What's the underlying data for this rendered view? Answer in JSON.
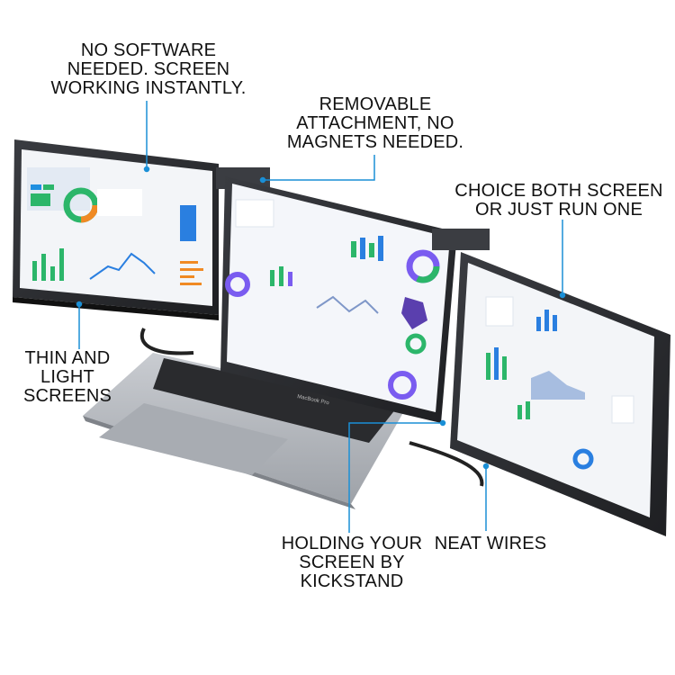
{
  "callouts": {
    "no_software": "NO SOFTWARE\nNEEDED. SCREEN\nWORKING INSTANTLY.",
    "removable": "REMOVABLE\nATTACHMENT, NO\nMAGNETS NEEDED.",
    "choice": "CHOICE BOTH SCREEN\nOR JUST RUN ONE",
    "thin_light": "THIN AND LIGHT\nSCREENS",
    "holding": "HOLDING YOUR\nSCREEN BY\nKICKSTAND",
    "neat_wires": "NEAT WIRES"
  },
  "colors": {
    "callout_line": "#1a8fd6",
    "text": "#111111",
    "bezel": "#2b2d31",
    "laptop_body": "#b9bcc1"
  },
  "laptop_brand": "MacBook Pro"
}
